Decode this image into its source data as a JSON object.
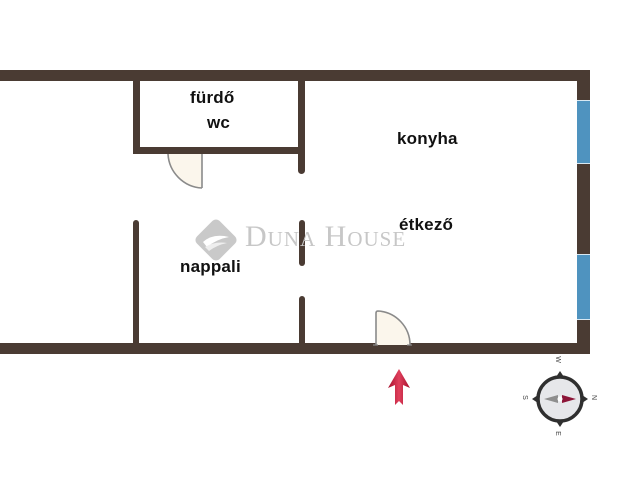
{
  "rooms": {
    "bathroom": "fürdő",
    "wc": "wc",
    "kitchen": "konyha",
    "dining": "étkező",
    "living": "nappali"
  },
  "watermark": {
    "text": "Duna House"
  },
  "compass": {
    "top": "W",
    "right": "N",
    "bottom": "E",
    "left": "S"
  },
  "colors": {
    "wall": "#4a3b33",
    "window": "#4f93bf",
    "entrance_arrow": "#c8173a",
    "door_fill": "#fbf6ec"
  }
}
